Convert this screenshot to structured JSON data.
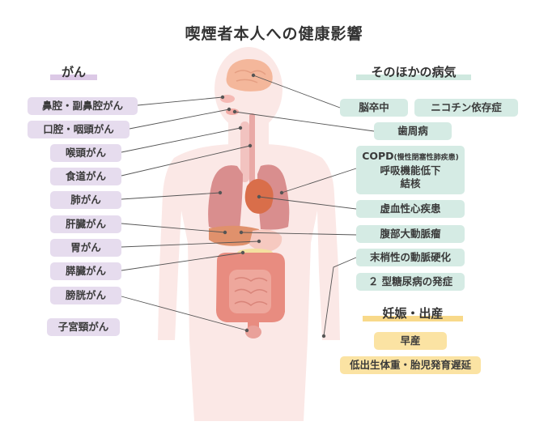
{
  "title": "喫煙者本人への健康影響",
  "sections": {
    "cancer": "がん",
    "other": "そのほかの病気",
    "pregnancy": "妊娠・出産"
  },
  "cancers": [
    "鼻腔・副鼻腔がん",
    "口腔・咽頭がん",
    "喉頭がん",
    "食道がん",
    "肺がん",
    "肝臓がん",
    "胃がん",
    "膵臓がん",
    "膀胱がん",
    "子宮頸がん"
  ],
  "other_diseases": {
    "stroke": "脳卒中",
    "nicotine": "ニコチン依存症",
    "periodontal": "歯周病",
    "copd": "COPD",
    "copd_note": "(慢性閉塞性肺疾患)",
    "respiratory": "呼吸機能低下",
    "tb": "結核",
    "ihd": "虚血性心疾患",
    "aaa": "腹部大動脈瘤",
    "pad": "末梢性の動脈硬化",
    "dm": "２ 型糖尿病の発症"
  },
  "pregnancy": {
    "preterm": "早産",
    "lbw": "低出生体重・胎児発育遅延"
  },
  "colors": {
    "cancer_box": "#e6dcee",
    "cancer_bar": "#dcc9e6",
    "disease_box": "#d5ebe4",
    "disease_bar": "#cfe8df",
    "pregnancy_box": "#fbe3a3",
    "pregnancy_bar": "#f8d98a",
    "body": "#fbe8e6",
    "lungs": "#d98e8e",
    "heart": "#d96e4a",
    "liver": "#e0916c",
    "intestine": "#e88c80",
    "brain": "#f4b79b"
  }
}
